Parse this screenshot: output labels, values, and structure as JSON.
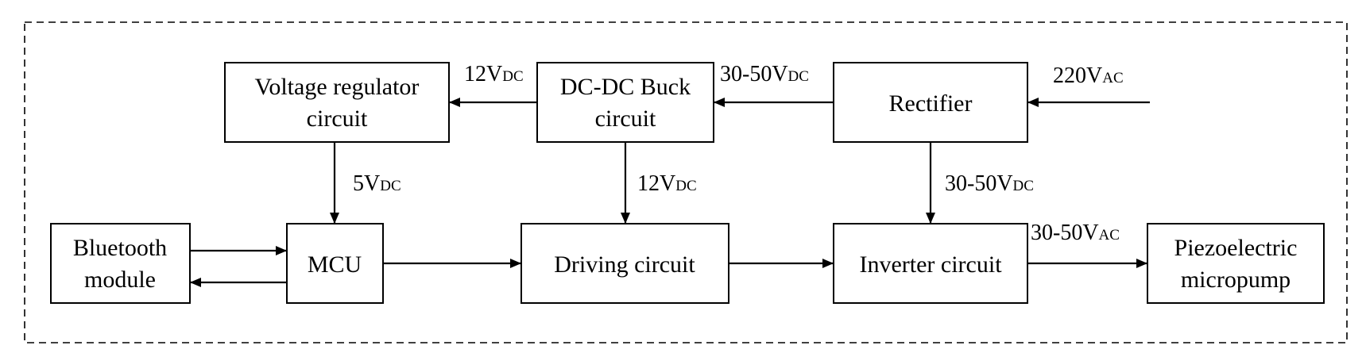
{
  "blocks": {
    "voltage_regulator": [
      "Voltage regulator",
      "circuit"
    ],
    "dcdc_buck": [
      "DC-DC Buck",
      "circuit"
    ],
    "rectifier": [
      "Rectifier"
    ],
    "bluetooth": [
      "Bluetooth",
      "module"
    ],
    "mcu": [
      "MCU"
    ],
    "driving": [
      "Driving circuit"
    ],
    "inverter": [
      "Inverter circuit"
    ],
    "micropump": [
      "Piezoelectric",
      "micropump"
    ]
  },
  "labels": {
    "input_ac": {
      "main": "220V",
      "sub": "AC"
    },
    "buck_to_regulator": {
      "main": "12V",
      "sub": "DC"
    },
    "rectifier_to_buck": {
      "main": "30-50V",
      "sub": "DC"
    },
    "regulator_to_mcu": {
      "main": "5V",
      "sub": "DC"
    },
    "buck_to_driving": {
      "main": "12V",
      "sub": "DC"
    },
    "rectifier_to_inverter": {
      "main": "30-50V",
      "sub": "DC"
    },
    "inverter_to_pump": {
      "main": "30-50V",
      "sub": "AC"
    }
  }
}
